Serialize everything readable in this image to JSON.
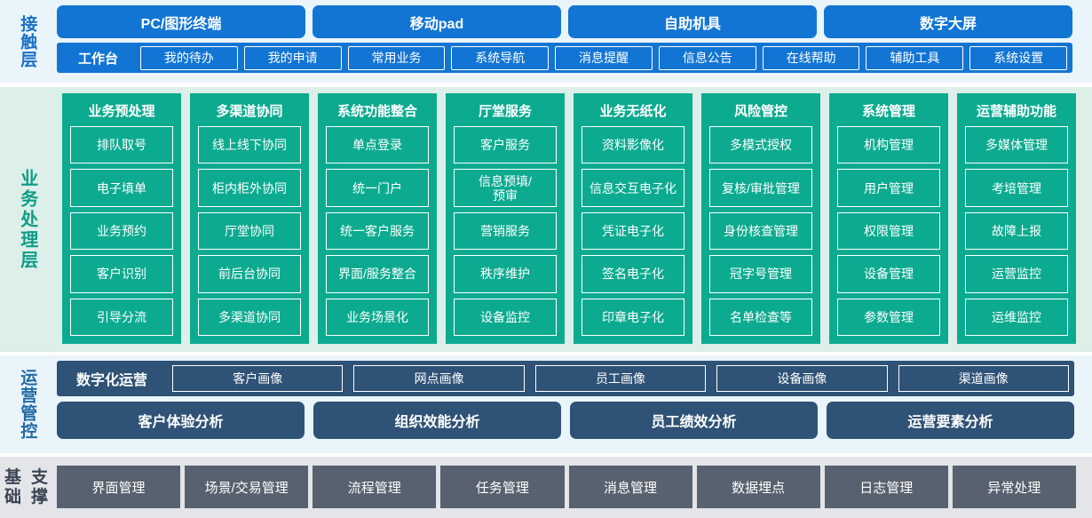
{
  "layers": {
    "contact": {
      "label": "接触层",
      "accent": "#1275d4",
      "channels": [
        {
          "label": "PC/图形终端"
        },
        {
          "label": "移动pad"
        },
        {
          "label": "自助机具"
        },
        {
          "label": "数字大屏"
        }
      ],
      "menu_title": "工作台",
      "menu_items": [
        {
          "label": "我的待办"
        },
        {
          "label": "我的申请"
        },
        {
          "label": "常用业务"
        },
        {
          "label": "系统导航"
        },
        {
          "label": "消息提醒"
        },
        {
          "label": "信息公告"
        },
        {
          "label": "在线帮助"
        },
        {
          "label": "辅助工具"
        },
        {
          "label": "系统设置"
        }
      ]
    },
    "business": {
      "label": "业务处理层",
      "accent": "#0cab90",
      "columns": [
        {
          "title": "业务预处理",
          "items": [
            "排队取号",
            "电子填单",
            "业务预约",
            "客户识别",
            "引导分流"
          ]
        },
        {
          "title": "多渠道协同",
          "items": [
            "线上线下协同",
            "柜内柜外协同",
            "厅堂协同",
            "前后台协同",
            "多渠道协同"
          ]
        },
        {
          "title": "系统功能整合",
          "items": [
            "单点登录",
            "统一门户",
            "统一客户服务",
            "界面/服务整合",
            "业务场景化"
          ]
        },
        {
          "title": "厅堂服务",
          "items": [
            "客户服务",
            "信息预填/\n预审",
            "营销服务",
            "秩序维护",
            "设备监控"
          ]
        },
        {
          "title": "业务无纸化",
          "items": [
            "资料影像化",
            "信息交互电子化",
            "凭证电子化",
            "签名电子化",
            "印章电子化"
          ]
        },
        {
          "title": "风险管控",
          "items": [
            "多模式授权",
            "复核/审批管理",
            "身份核查管理",
            "冠字号管理",
            "名单检查等"
          ]
        },
        {
          "title": "系统管理",
          "items": [
            "机构管理",
            "用户管理",
            "权限管理",
            "设备管理",
            "参数管理"
          ]
        },
        {
          "title": "运营辅助功能",
          "items": [
            "多媒体管理",
            "考培管理",
            "故障上报",
            "运营监控",
            "运维监控"
          ]
        }
      ]
    },
    "operations": {
      "label": "运营管控",
      "accent": "#2f5277",
      "digital_title": "数字化运营",
      "portraits": [
        {
          "label": "客户画像"
        },
        {
          "label": "网点画像"
        },
        {
          "label": "员工画像"
        },
        {
          "label": "设备画像"
        },
        {
          "label": "渠道画像"
        }
      ],
      "analyses": [
        {
          "label": "客户体验分析"
        },
        {
          "label": "组织效能分析"
        },
        {
          "label": "员工绩效分析"
        },
        {
          "label": "运营要素分析"
        }
      ]
    },
    "foundation": {
      "label_line1": "基础",
      "label_line2": "支撑",
      "accent": "#58616f",
      "items": [
        {
          "label": "界面管理"
        },
        {
          "label": "场景/交易管理"
        },
        {
          "label": "流程管理"
        },
        {
          "label": "任务管理"
        },
        {
          "label": "消息管理"
        },
        {
          "label": "数据埋点"
        },
        {
          "label": "日志管理"
        },
        {
          "label": "异常处理"
        }
      ]
    }
  }
}
